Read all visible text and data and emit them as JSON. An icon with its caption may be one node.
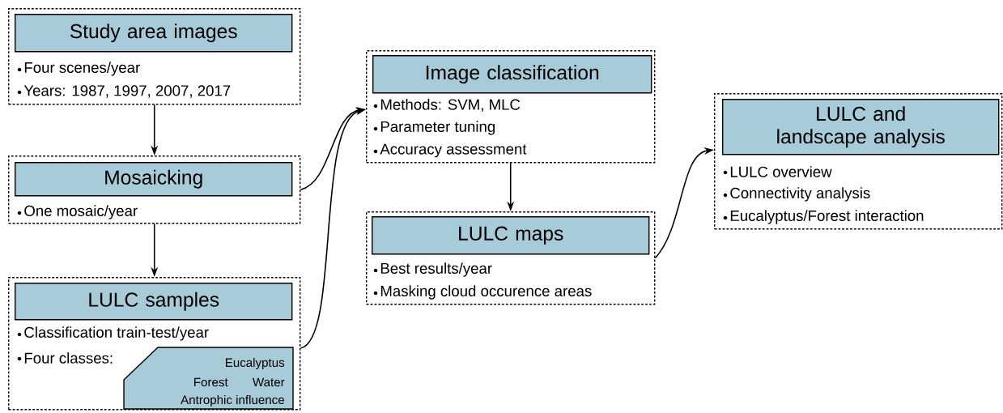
{
  "diagram": {
    "nodes": [
      {
        "text": [
          "Four scenes/year",
          "Years: 1987, 1997, 2007, 2017"
        ]
      },
      {
        "text": [
          "Study area images"
        ],
        "in": 0
      },
      {
        "text": [
          "One mosaic/year"
        ]
      },
      {
        "text": [
          "Mosaicking"
        ],
        "in": 2
      },
      {
        "text": [
          "Classification train-test/year",
          "Four classes:"
        ]
      },
      {
        "text": [
          "LULC samples"
        ],
        "in": 4
      },
      {
        "text": [
          "Eucalyptus",
          "Forest",
          "Water",
          "Antrophic influence"
        ],
        "in": 4
      },
      {
        "text": [
          "Methods: SVM, MLC",
          "Parameter tuning",
          "Accuracy assessment"
        ]
      },
      {
        "text": [
          "Image classification"
        ],
        "in": 7
      },
      {
        "text": [
          "Best results/year",
          "Masking cloud occurence areas"
        ]
      },
      {
        "text": [
          "LULC maps"
        ],
        "in": 9
      },
      {
        "text": [
          "LULC overview",
          "Connectivity analysis",
          "Eucalyptus/Forest interaction"
        ]
      },
      {
        "text": [
          "LULC and landscape analysis"
        ],
        "in": 11
      }
    ],
    "edges": [
      {
        "from": 0,
        "to": 2,
        "arrow": "to"
      },
      {
        "from": 2,
        "to": 4,
        "arrow": "to"
      },
      {
        "from": 2,
        "to": 7,
        "arrow": "to"
      },
      {
        "from": 4,
        "to": 7,
        "arrow": "to"
      },
      {
        "from": 7,
        "to": 9,
        "arrow": "to"
      },
      {
        "from": 9,
        "to": 11,
        "arrow": "to"
      }
    ]
  }
}
